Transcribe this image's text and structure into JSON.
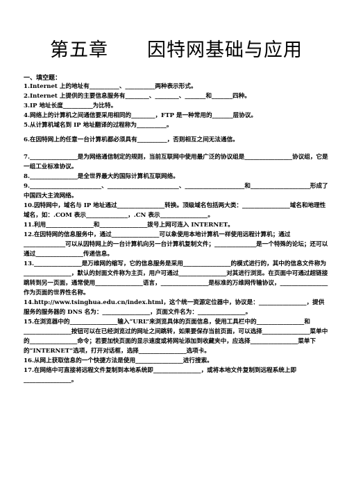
{
  "title": "第五章　　因特网基础与应用",
  "section": "一、填空题：",
  "questions": [
    {
      "num": "1.",
      "text": "Internet 上的地址有__________、__________两种表示形式。"
    },
    {
      "num": "2.",
      "text": "Internet 上提供的主要信息服务有________、________、_______和_______四种。"
    },
    {
      "num": "3.",
      "text": "IP 地址长度__________为比特。"
    },
    {
      "num": "4.",
      "text": "网络上的计算机之间通信要采用相同的________，FTP 是一种常用的_______层协议。"
    },
    {
      "num": "5.",
      "text": "从计算机域名到 IP 地址翻译的过程称为__________。"
    },
    {
      "num": "6.",
      "text": "在因特网上的任意一台计算机都必须具有__________，否则相互之间无法通信。"
    },
    {
      "num": "7.",
      "text": "________________是为网络通信制定的规则，当前互联网中使用最广泛的协议组是________________协议组，它是一组工业标准协议。"
    },
    {
      "num": "8.",
      "text": "________________是全世界最大的国际计算机互联网络。"
    },
    {
      "num": "9.",
      "text": "________________________、________________________、____________________和____________________形成了中国四大主流网络。"
    },
    {
      "num": "10.",
      "text": "因特网中，域名与 IP 地址通过________________转换。顶级域名包括两大类：________________域名和地理性域名，如：.COM 表示______________，.CN 表示________________。"
    },
    {
      "num": "11.",
      "text": "利用________________和________________拨号上网可连入 INTERNET。"
    },
    {
      "num": "12.",
      "text": "在因特网的信息服务中，通过________________可以象使用本地计算机一样使用远程计算机；通过______________可以从因特网上的一台计算机向另一台计算机复制文件；______________是一个特殊的论坛；还可以通过________________传递信息。"
    },
    {
      "num": "13.",
      "text": "________________是万维网的缩写，它的信息服务是采用________________的模式进行的，其中的信息文件称为________________，默认的封面文件称为主页，用户可通过________________对其进行浏览。在页面中可通过超链接跳转到另一页面，通常使用________________语言，________________是标准的万维网传输协议，________________作为页面的世界性名称。"
    },
    {
      "num": "14.",
      "text": "http://www.tsinghua.edu.cn/index.html，这个统一资源定位器中，协议是：________________，提供服务的服务器的 DNS 名为：________________，页面文件名为：________________。"
    },
    {
      "num": "15.",
      "text": "在浏览器中的________________输入“URL”来浏览具体的页面信息，使用工具栏中的________________和________________按钮可以在已经浏览过的网址之间跳转，如果要保存当前页面，可以选择________________菜单中的________________命令；若要加快页面的显示速度或将网址添加到收藏夹中，应选择________________菜单下的“INTERNET”选项，打开对话框，选择________________选项卡。"
    },
    {
      "num": "16.",
      "text": "从网上获取信息的一个快捷方法是使用________________进行搜索。"
    },
    {
      "num": "17.",
      "text": "在网络中可直接将远程文件复制到本地系统即________________，或将本地文件复制到远程系统上即________________。"
    }
  ]
}
